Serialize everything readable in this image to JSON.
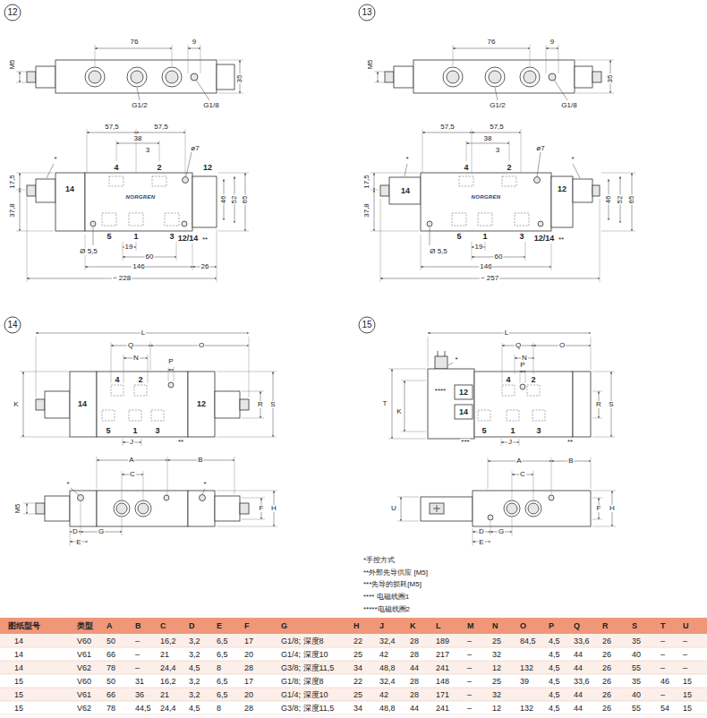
{
  "diagram": {
    "nodes": [
      {
        "text": [
          "12"
        ]
      },
      {
        "text": [
          "13"
        ]
      },
      {
        "text": [
          "14"
        ]
      },
      {
        "text": [
          "15"
        ]
      }
    ],
    "labels": [
      "76",
      "9",
      "M5",
      "35",
      "G1/2",
      "G1/8",
      "57,5",
      "57,5",
      "38",
      "3",
      "ø7",
      "*",
      "4",
      "2",
      "12",
      "17,5",
      "14",
      "37,8",
      "46",
      "52",
      "65",
      "NORGREN",
      "5",
      "1",
      "3",
      "12/14",
      "**",
      "19",
      "Ø 5,5",
      "60",
      "146",
      "26",
      "~ 228",
      "76",
      "9",
      "M5",
      "35",
      "G1/2",
      "G1/8",
      "57,5",
      "57,5",
      "38",
      "3",
      "ø7",
      "*",
      "*",
      "4",
      "2",
      "17,5",
      "14",
      "12",
      "37,8",
      "46",
      "52",
      "65",
      "NORGREN",
      "5",
      "1",
      "3",
      "12/14",
      "**",
      "19",
      "Ø 5,5",
      "60",
      "146",
      "~ 257",
      "L",
      "Q",
      "O",
      "N",
      "P",
      "4",
      "2",
      "14",
      "12",
      "K",
      "R",
      "S",
      "5",
      "1",
      "3",
      "**",
      "J",
      "A",
      "B",
      "C",
      "*",
      "*",
      "M5",
      "F",
      "H",
      "D",
      "G",
      "E",
      "L",
      "Q",
      "O",
      "N",
      "*",
      "P",
      "4",
      "2",
      "12",
      "T",
      "****",
      "K",
      "14",
      "R",
      "S",
      "5",
      "1",
      "3",
      "***",
      "**",
      "J",
      "A",
      "B",
      "C",
      "U",
      "F",
      "H",
      "D",
      "G",
      "E",
      "*手控方式",
      "**外部先导供应 [M5]",
      "***先导的损耗[M5]",
      "**** 电磁线圈1",
      "*****电磁线圈2",
      "图纸型号",
      "类型",
      "A",
      "B",
      "C",
      "D",
      "E",
      "F",
      "G",
      "H",
      "J",
      "K",
      "L",
      "M",
      "N",
      "O",
      "P",
      "Q",
      "R",
      "S",
      "T",
      "U",
      "14",
      "V60",
      "50",
      "–",
      "16,2",
      "3,2",
      "6,5",
      "17",
      "G1/8; 深度8",
      "22",
      "32,4",
      "28",
      "189",
      "–",
      "25",
      "84,5",
      "4,5",
      "33,6",
      "26",
      "35",
      "–",
      "–",
      "14",
      "V61",
      "66",
      "–",
      "21",
      "3,2",
      "6,5",
      "20",
      "G1/4; 深度10",
      "25",
      "42",
      "28",
      "217",
      "–",
      "32",
      "4,5",
      "44",
      "26",
      "40",
      "–",
      "–",
      "14",
      "V62",
      "78",
      "–",
      "24,4",
      "4,5",
      "8",
      "28",
      "G3/8; 深度11,5",
      "34",
      "48,8",
      "44",
      "241",
      "–",
      "12",
      "132",
      "4,5",
      "44",
      "26",
      "55",
      "–",
      "–",
      "15",
      "V60",
      "50",
      "31",
      "16,2",
      "3,2",
      "6,5",
      "17",
      "G1/8; 深度8",
      "22",
      "32,4",
      "28",
      "148",
      "–",
      "25",
      "39",
      "4,5",
      "33,6",
      "26",
      "35",
      "46",
      "15",
      "15",
      "V61",
      "66",
      "36",
      "21",
      "3,2",
      "6,5",
      "20",
      "G1/4; 深度10",
      "25",
      "42",
      "28",
      "171",
      "–",
      "32",
      "4,5",
      "44",
      "26",
      "40",
      "–",
      "15",
      "15",
      "V62",
      "78",
      "44,5",
      "24,4",
      "4,5",
      "8",
      "28",
      "G3/8; 深度11,5",
      "34",
      "48,8",
      "44",
      "241",
      "–",
      "12",
      "132",
      "4,5",
      "44",
      "26",
      "55",
      "54",
      "15"
    ]
  }
}
